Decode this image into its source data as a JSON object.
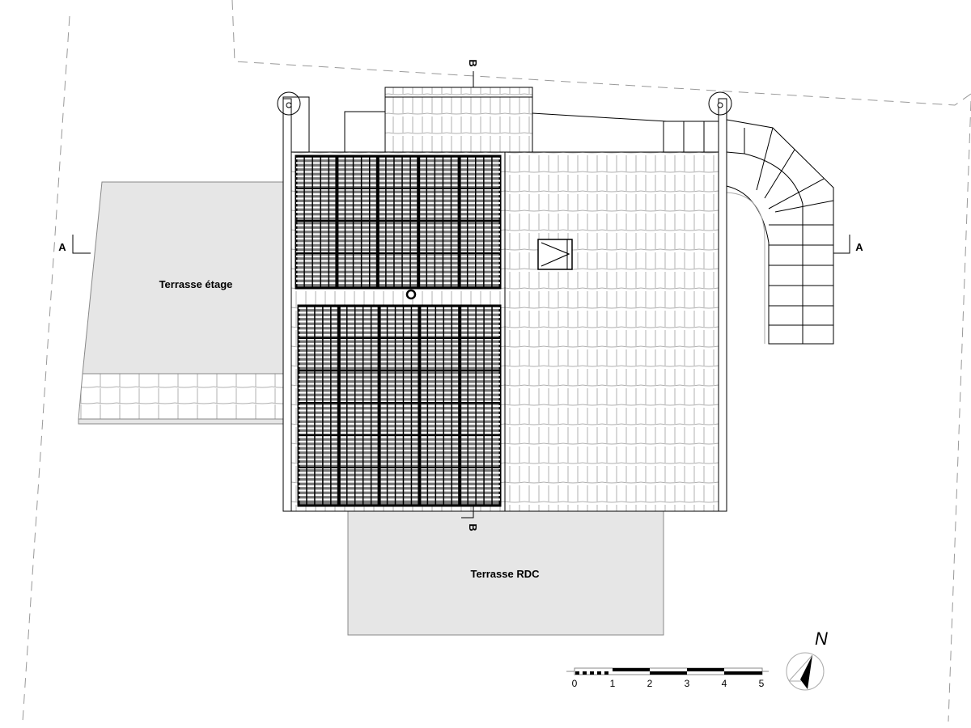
{
  "drawing": {
    "section_marks": {
      "a_left": "A",
      "a_right": "A",
      "b_top": "B",
      "b_bottom": "B"
    },
    "zones": {
      "terrasse_etage": "Terrasse étage",
      "terrasse_rdc": "Terrasse RDC"
    },
    "north_label": "N",
    "scale_bar": {
      "labels": [
        "0",
        "1",
        "2",
        "3",
        "4",
        "5"
      ]
    },
    "solar_panel_columns": 5,
    "colors": {
      "terrace_fill": "#e6e6e6",
      "tile_line": "#b0b0b0",
      "ink": "#000000",
      "dashed": "#999999"
    }
  }
}
